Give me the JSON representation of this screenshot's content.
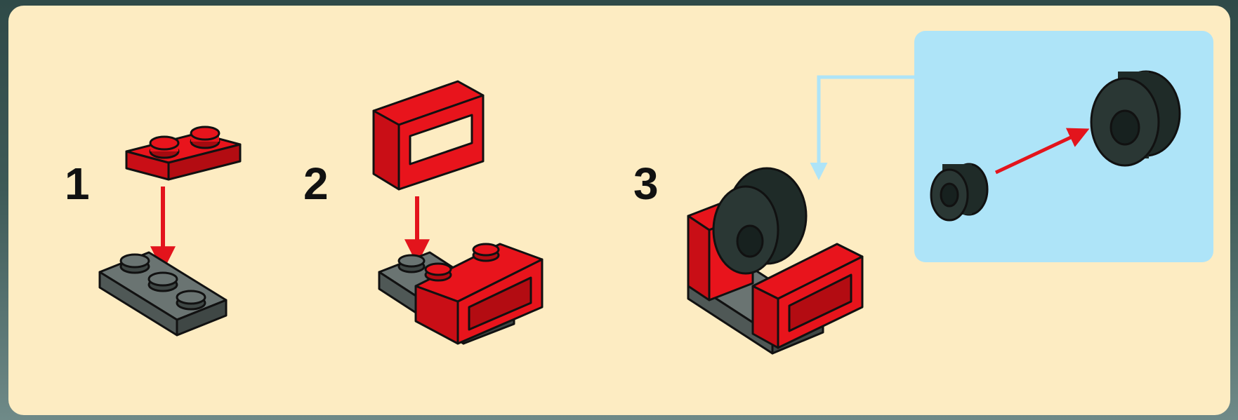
{
  "steps": [
    {
      "number": "1"
    },
    {
      "number": "2"
    },
    {
      "number": "3"
    }
  ],
  "colors": {
    "background_panel": "#fdecc2",
    "subassembly_panel": "#aee4f8",
    "brick_red": "#e8141c",
    "plate_gray": "#5a6462",
    "tire_black": "#1f2b28",
    "arrow_red": "#e3141c",
    "callout_line": "#aee4f8"
  },
  "icons": [
    "red-plate-1x2-icon",
    "gray-plate-1x3-icon",
    "red-slope-panel-icon",
    "tire-icon",
    "wheel-hub-icon",
    "red-arrow-icon",
    "callout-arrow-icon"
  ]
}
